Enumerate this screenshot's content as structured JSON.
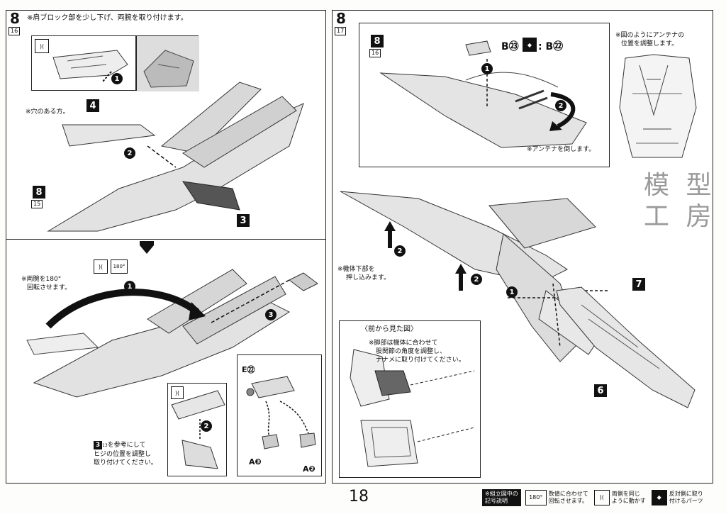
{
  "left_panel": {
    "step_number": "8",
    "sub_number": "16",
    "top_instruction": "※肩ブロック部を少し下げ、両腕を取り付けます。",
    "hole_note": "※穴のある方。",
    "part_4": "4",
    "part_3": "3",
    "ref_step": "8",
    "ref_sub": "15",
    "rotate_note_line1": "※両腕を180°",
    "rotate_note_line2": "回転させます。",
    "rotate_icon_label": "180°",
    "step_1": "1",
    "step_2": "2",
    "step_3": "3",
    "elbow_ref_num": "3",
    "elbow_ref_sub": "13",
    "elbow_note_line1": "を参考にして",
    "elbow_note_line2": "ヒジの位置を調整し",
    "elbow_note_line3": "取り付けてください。",
    "part_e": "E㉒",
    "part_a3": "A❸",
    "part_a2": "A❷"
  },
  "right_panel": {
    "step_number": "8",
    "sub_number": "17",
    "ref_step": "8",
    "ref_sub": "16",
    "b_parts": "B㉓",
    "b_parts_2": ": B㉒",
    "antenna_note_line1": "※図のようにアンテナの",
    "antenna_note_line2": "位置を調整します。",
    "antenna_fold_note": "※アンテナを倒します。",
    "push_note_line1": "※機体下部を",
    "push_note_line2": "押し込みます。",
    "front_view_title": "〈前から見た図〉",
    "leg_note_line1": "※脚部は機体に合わせて",
    "leg_note_line2": "股関節の角度を調整し、",
    "leg_note_line3": "ナナメに取り付けてください。",
    "part_7": "7",
    "part_6": "6",
    "step_1": "1",
    "step_2": "2",
    "watermark_line1": "模 型",
    "watermark_line2": "工 房"
  },
  "footer": {
    "page_number": "18",
    "legend_title_line1": "※組立図中の",
    "legend_title_line2": "記号説明",
    "legend_rotate_icon": "180°",
    "legend_rotate_text_line1": "数値に合わせて",
    "legend_rotate_text_line2": "回転させます。",
    "legend_both_text_line1": "両側を同じ",
    "legend_both_text_line2": "ように動かす",
    "legend_opposite_text_line1": "反対側に取り",
    "legend_opposite_text_line2": "付けるパーツ"
  }
}
